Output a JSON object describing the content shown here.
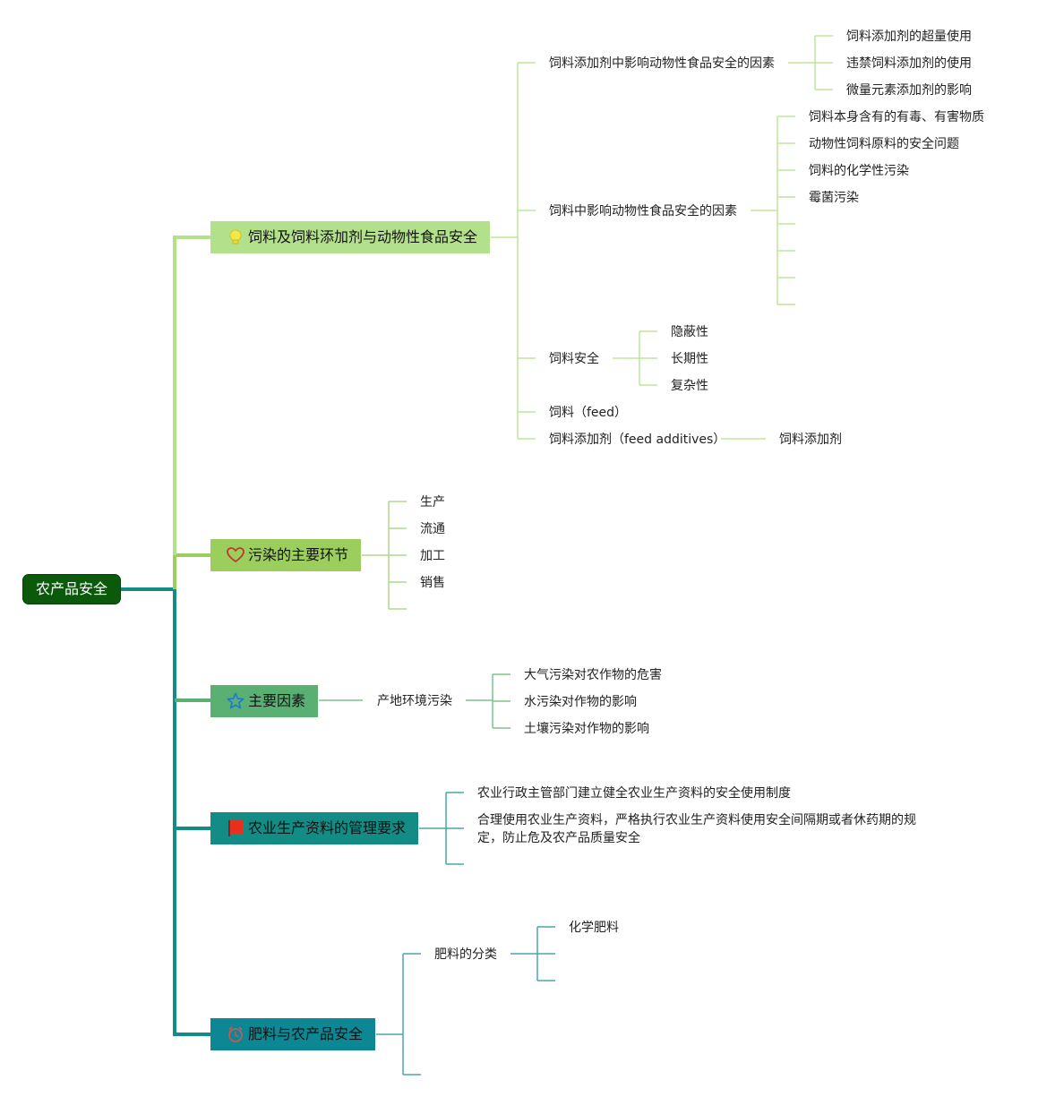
{
  "root": {
    "label": "农产品安全"
  },
  "branches": [
    {
      "label": "饲料及饲料添加剂与动物性食品安全",
      "color": "#b3e08a",
      "icon": "lightbulb-icon",
      "children": {
        "additive_factors": {
          "label": "饲料添加剂中影响动物性食品安全的因素",
          "items": [
            "饲料添加剂的超量使用",
            "违禁饲料添加剂的使用",
            "微量元素添加剂的影响"
          ]
        },
        "feed_factors": {
          "label": "饲料中影响动物性食品安全的因素",
          "items": [
            "饲料本身含有的有毒、有害物质",
            "动物性饲料原料的安全问题",
            "饲料的化学性污染",
            "霉菌污染"
          ]
        },
        "feed_safety": {
          "label": "饲料安全",
          "items": [
            "隐蔽性",
            "长期性",
            "复杂性"
          ]
        },
        "feed": {
          "label": "饲料（feed）"
        },
        "feed_additives": {
          "label": "饲料添加剂（feed additives）",
          "items": [
            "饲料添加剂"
          ]
        }
      }
    },
    {
      "label": "污染的主要环节",
      "color": "#9cce5e",
      "icon": "heart-icon",
      "items": [
        "生产",
        "流通",
        "加工",
        "销售"
      ]
    },
    {
      "label": "主要因素",
      "color": "#5aaf72",
      "icon": "star-icon",
      "children": {
        "env": {
          "label": "产地环境污染",
          "items": [
            "大气污染对农作物的危害",
            "水污染对作物的影响",
            "土壤污染对作物的影响"
          ]
        }
      }
    },
    {
      "label": "农业生产资料的管理要求",
      "color": "#138c86",
      "icon": "flag-icon",
      "items": [
        "农业行政主管部门建立健全农业生产资料的安全使用制度",
        "合理使用农业生产资料，严格执行农业生产资料使用安全间隔期或者休药期的规定，防止危及农产品质量安全"
      ]
    },
    {
      "label": "肥料与农产品安全",
      "color": "#0e8794",
      "icon": "alarm-clock-icon",
      "children": {
        "classification": {
          "label": "肥料的分类",
          "items": [
            "化学肥料"
          ]
        }
      }
    }
  ]
}
